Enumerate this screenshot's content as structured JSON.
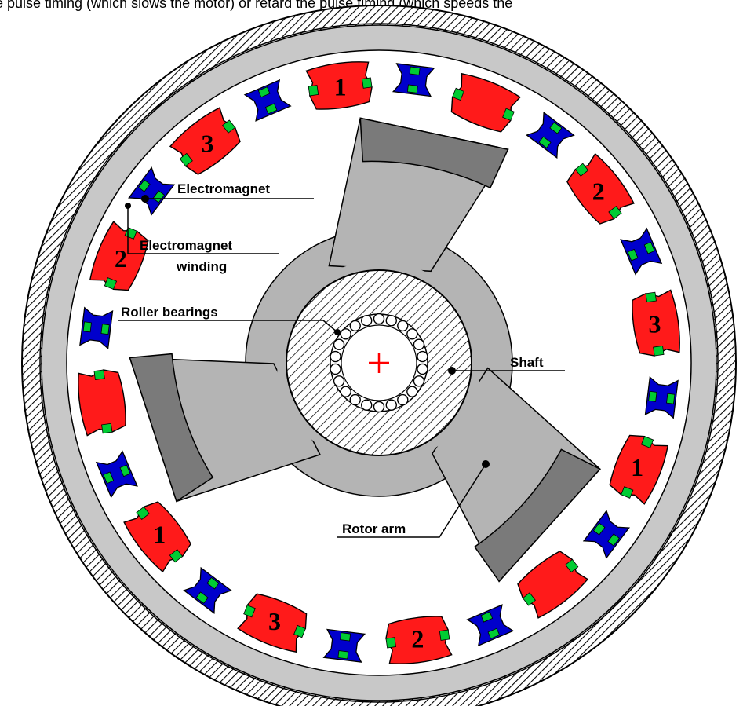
{
  "caption": "e pulse timing (which slows the motor) or retard the pulse timing (which speeds the",
  "labels": {
    "electromagnet": "Electromagnet",
    "winding_line1": "Electromagnet",
    "winding_line2": "winding",
    "roller_bearings": "Roller bearings",
    "shaft": "Shaft",
    "rotor_arm": "Rotor arm"
  },
  "colors": {
    "electromagnet": "#ff1a1a",
    "permanent_magnet": "#0000cc",
    "winding": "#00cc33",
    "stator_ring": "#c8c8c8",
    "rotor": "#b4b4b4",
    "rotor_tip": "#7a7a7a",
    "shaft_center": "#ff0000"
  },
  "electromagnets": [
    {
      "phase": "1",
      "numbered": true
    },
    {
      "phase": "",
      "numbered": false
    },
    {
      "phase": "2",
      "numbered": true
    },
    {
      "phase": "3",
      "numbered": true
    },
    {
      "phase": "1",
      "numbered": true
    },
    {
      "phase": "",
      "numbered": false
    },
    {
      "phase": "2",
      "numbered": true
    },
    {
      "phase": "3",
      "numbered": true
    },
    {
      "phase": "1",
      "numbered": true
    },
    {
      "phase": "",
      "numbered": false
    },
    {
      "phase": "2",
      "numbered": true
    },
    {
      "phase": "3",
      "numbered": true
    }
  ]
}
